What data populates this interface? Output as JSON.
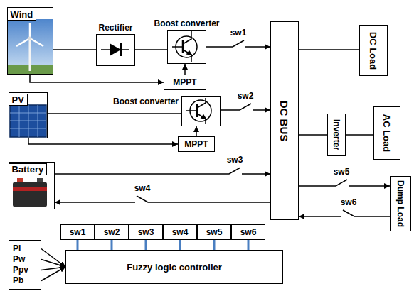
{
  "diagram": {
    "nodes": [
      {
        "text": [
          "Wind"
        ]
      },
      {
        "text": [
          "Rectifier"
        ]
      },
      {
        "text": [
          "Boost converter"
        ]
      },
      {
        "text": [
          "DC BUS"
        ]
      },
      {
        "text": [
          "DC Load"
        ]
      },
      {
        "text": [
          "MPPT"
        ]
      },
      {
        "text": [
          "PV"
        ]
      },
      {
        "text": [
          "Boost converter"
        ]
      },
      {
        "text": [
          "Inverter"
        ]
      },
      {
        "text": [
          "AC Load"
        ]
      },
      {
        "text": [
          "MPPT"
        ]
      },
      {
        "text": [
          "Battery"
        ]
      },
      {
        "text": [
          "Dump Load"
        ]
      },
      {
        "text": [
          "sw1"
        ]
      },
      {
        "text": [
          "sw2"
        ]
      },
      {
        "text": [
          "sw3"
        ]
      },
      {
        "text": [
          "sw4"
        ]
      },
      {
        "text": [
          "sw5"
        ]
      },
      {
        "text": [
          "sw6"
        ]
      },
      {
        "text": [
          "Fuzzy logic controller"
        ]
      },
      {
        "text": [
          "Pl",
          "Pw",
          "Ppv",
          "Pb"
        ]
      }
    ],
    "edges": [
      {
        "from": 0,
        "to": 1,
        "arrow": "none"
      },
      {
        "from": 1,
        "to": 2,
        "arrow": "none"
      },
      {
        "from": 2,
        "to": 3,
        "label": "sw1",
        "arrow": "to"
      },
      {
        "from": 0,
        "to": 5,
        "arrow": "to"
      },
      {
        "from": 5,
        "to": 2,
        "arrow": "to"
      },
      {
        "from": 3,
        "to": 4,
        "arrow": "none"
      },
      {
        "from": 6,
        "to": 7,
        "arrow": "none"
      },
      {
        "from": 7,
        "to": 3,
        "label": "sw2",
        "arrow": "to"
      },
      {
        "from": 6,
        "to": 10,
        "arrow": "to"
      },
      {
        "from": 10,
        "to": 7,
        "arrow": "to"
      },
      {
        "from": 3,
        "to": 8,
        "arrow": "none"
      },
      {
        "from": 8,
        "to": 9,
        "arrow": "none"
      },
      {
        "from": 11,
        "to": 3,
        "label": "sw3",
        "arrow": "to"
      },
      {
        "from": 3,
        "to": 11,
        "label": "sw4",
        "arrow": "to"
      },
      {
        "from": 3,
        "to": 12,
        "label": "sw5",
        "arrow": "to"
      },
      {
        "from": 12,
        "to": 3,
        "label": "sw6",
        "arrow": "to"
      },
      {
        "from": 19,
        "to": 13,
        "arrow": "none"
      },
      {
        "from": 19,
        "to": 14,
        "arrow": "none"
      },
      {
        "from": 19,
        "to": 15,
        "arrow": "none"
      },
      {
        "from": 19,
        "to": 16,
        "arrow": "none"
      },
      {
        "from": 19,
        "to": 17,
        "arrow": "none"
      },
      {
        "from": 19,
        "to": 18,
        "arrow": "none"
      },
      {
        "from": 20,
        "to": 19,
        "arrow": "to"
      },
      {
        "from": 20,
        "to": 19,
        "arrow": "to"
      },
      {
        "from": 20,
        "to": 19,
        "arrow": "to"
      },
      {
        "from": 20,
        "to": 19,
        "arrow": "to"
      }
    ]
  }
}
